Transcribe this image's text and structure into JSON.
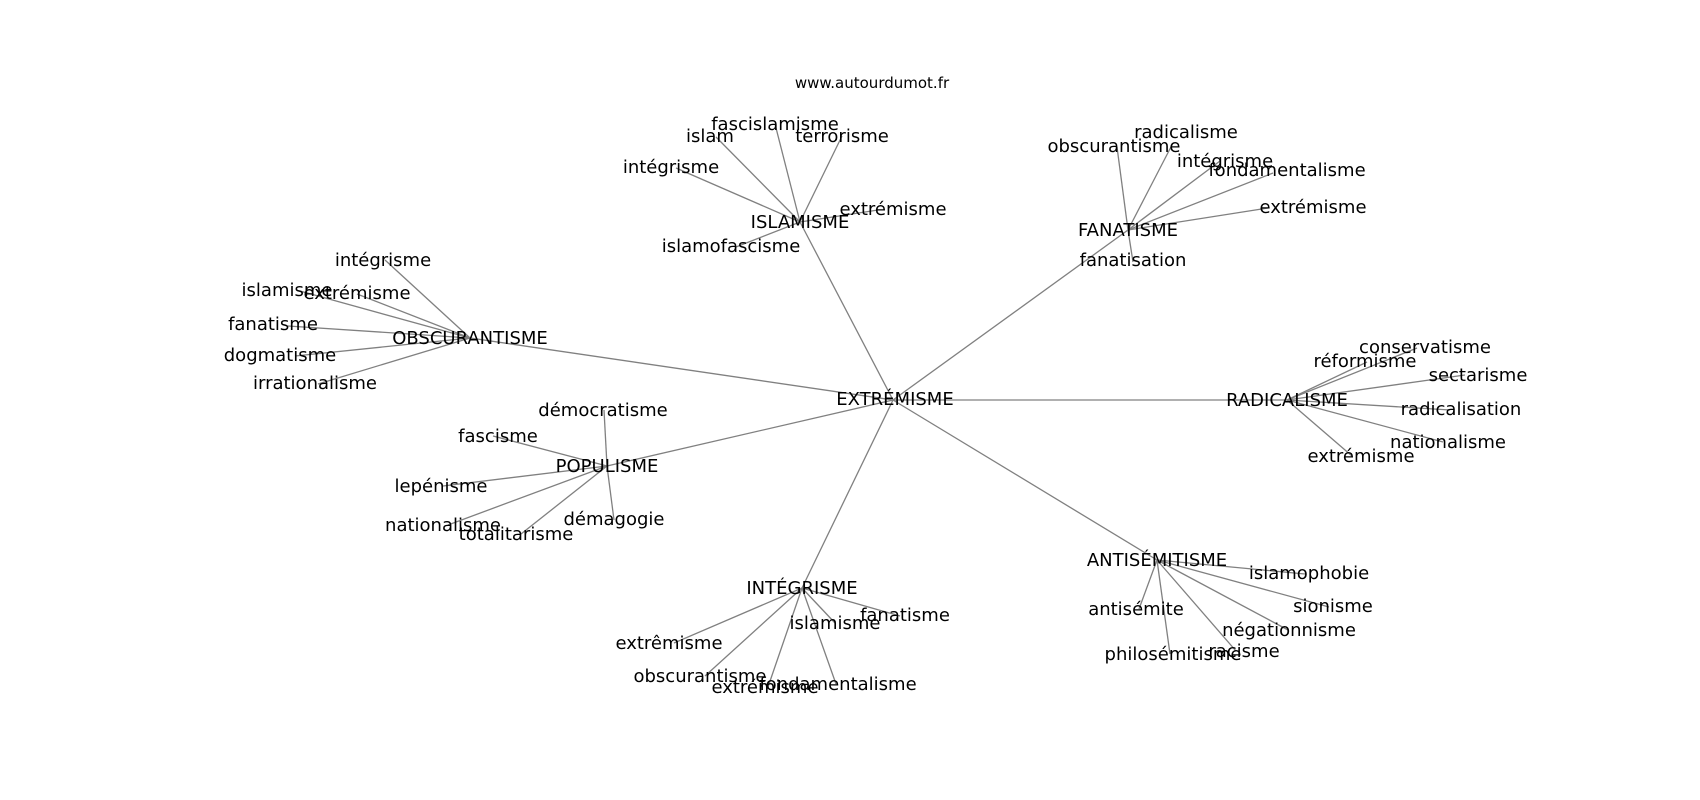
{
  "watermark": "www.autourdumot.fr",
  "center": "EXTRÉMISME",
  "clusters": [
    {
      "hub": "ISLAMISME",
      "words": [
        "fascislamisme",
        "islam",
        "terrorisme",
        "intégrisme",
        "extrémisme",
        "islamofascisme"
      ]
    },
    {
      "hub": "FANATISME",
      "words": [
        "radicalisme",
        "obscurantisme",
        "intégrisme",
        "fondamentalisme",
        "extrémisme",
        "fanatisation"
      ]
    },
    {
      "hub": "OBSCURANTISME",
      "words": [
        "intégrisme",
        "islamisme",
        "extrémisme",
        "fanatisme",
        "dogmatisme",
        "irrationalisme"
      ]
    },
    {
      "hub": "RADICALISME",
      "words": [
        "conservatisme",
        "réformisme",
        "sectarisme",
        "radicalisation",
        "nationalisme",
        "extrémisme"
      ]
    },
    {
      "hub": "POPULISME",
      "words": [
        "démocratisme",
        "fascisme",
        "lepénisme",
        "nationalisme",
        "totalitarisme",
        "démagogie"
      ]
    },
    {
      "hub": "ANTISÉMITISME",
      "words": [
        "islamophobie",
        "sionisme",
        "antisémite",
        "négationnisme",
        "racisme",
        "philosémitisme"
      ]
    },
    {
      "hub": "INTÉGRISME",
      "words": [
        "fanatisme",
        "islamisme",
        "extrêmisme",
        "obscurantisme",
        "extrémisme",
        "fondamentalisme"
      ]
    }
  ]
}
